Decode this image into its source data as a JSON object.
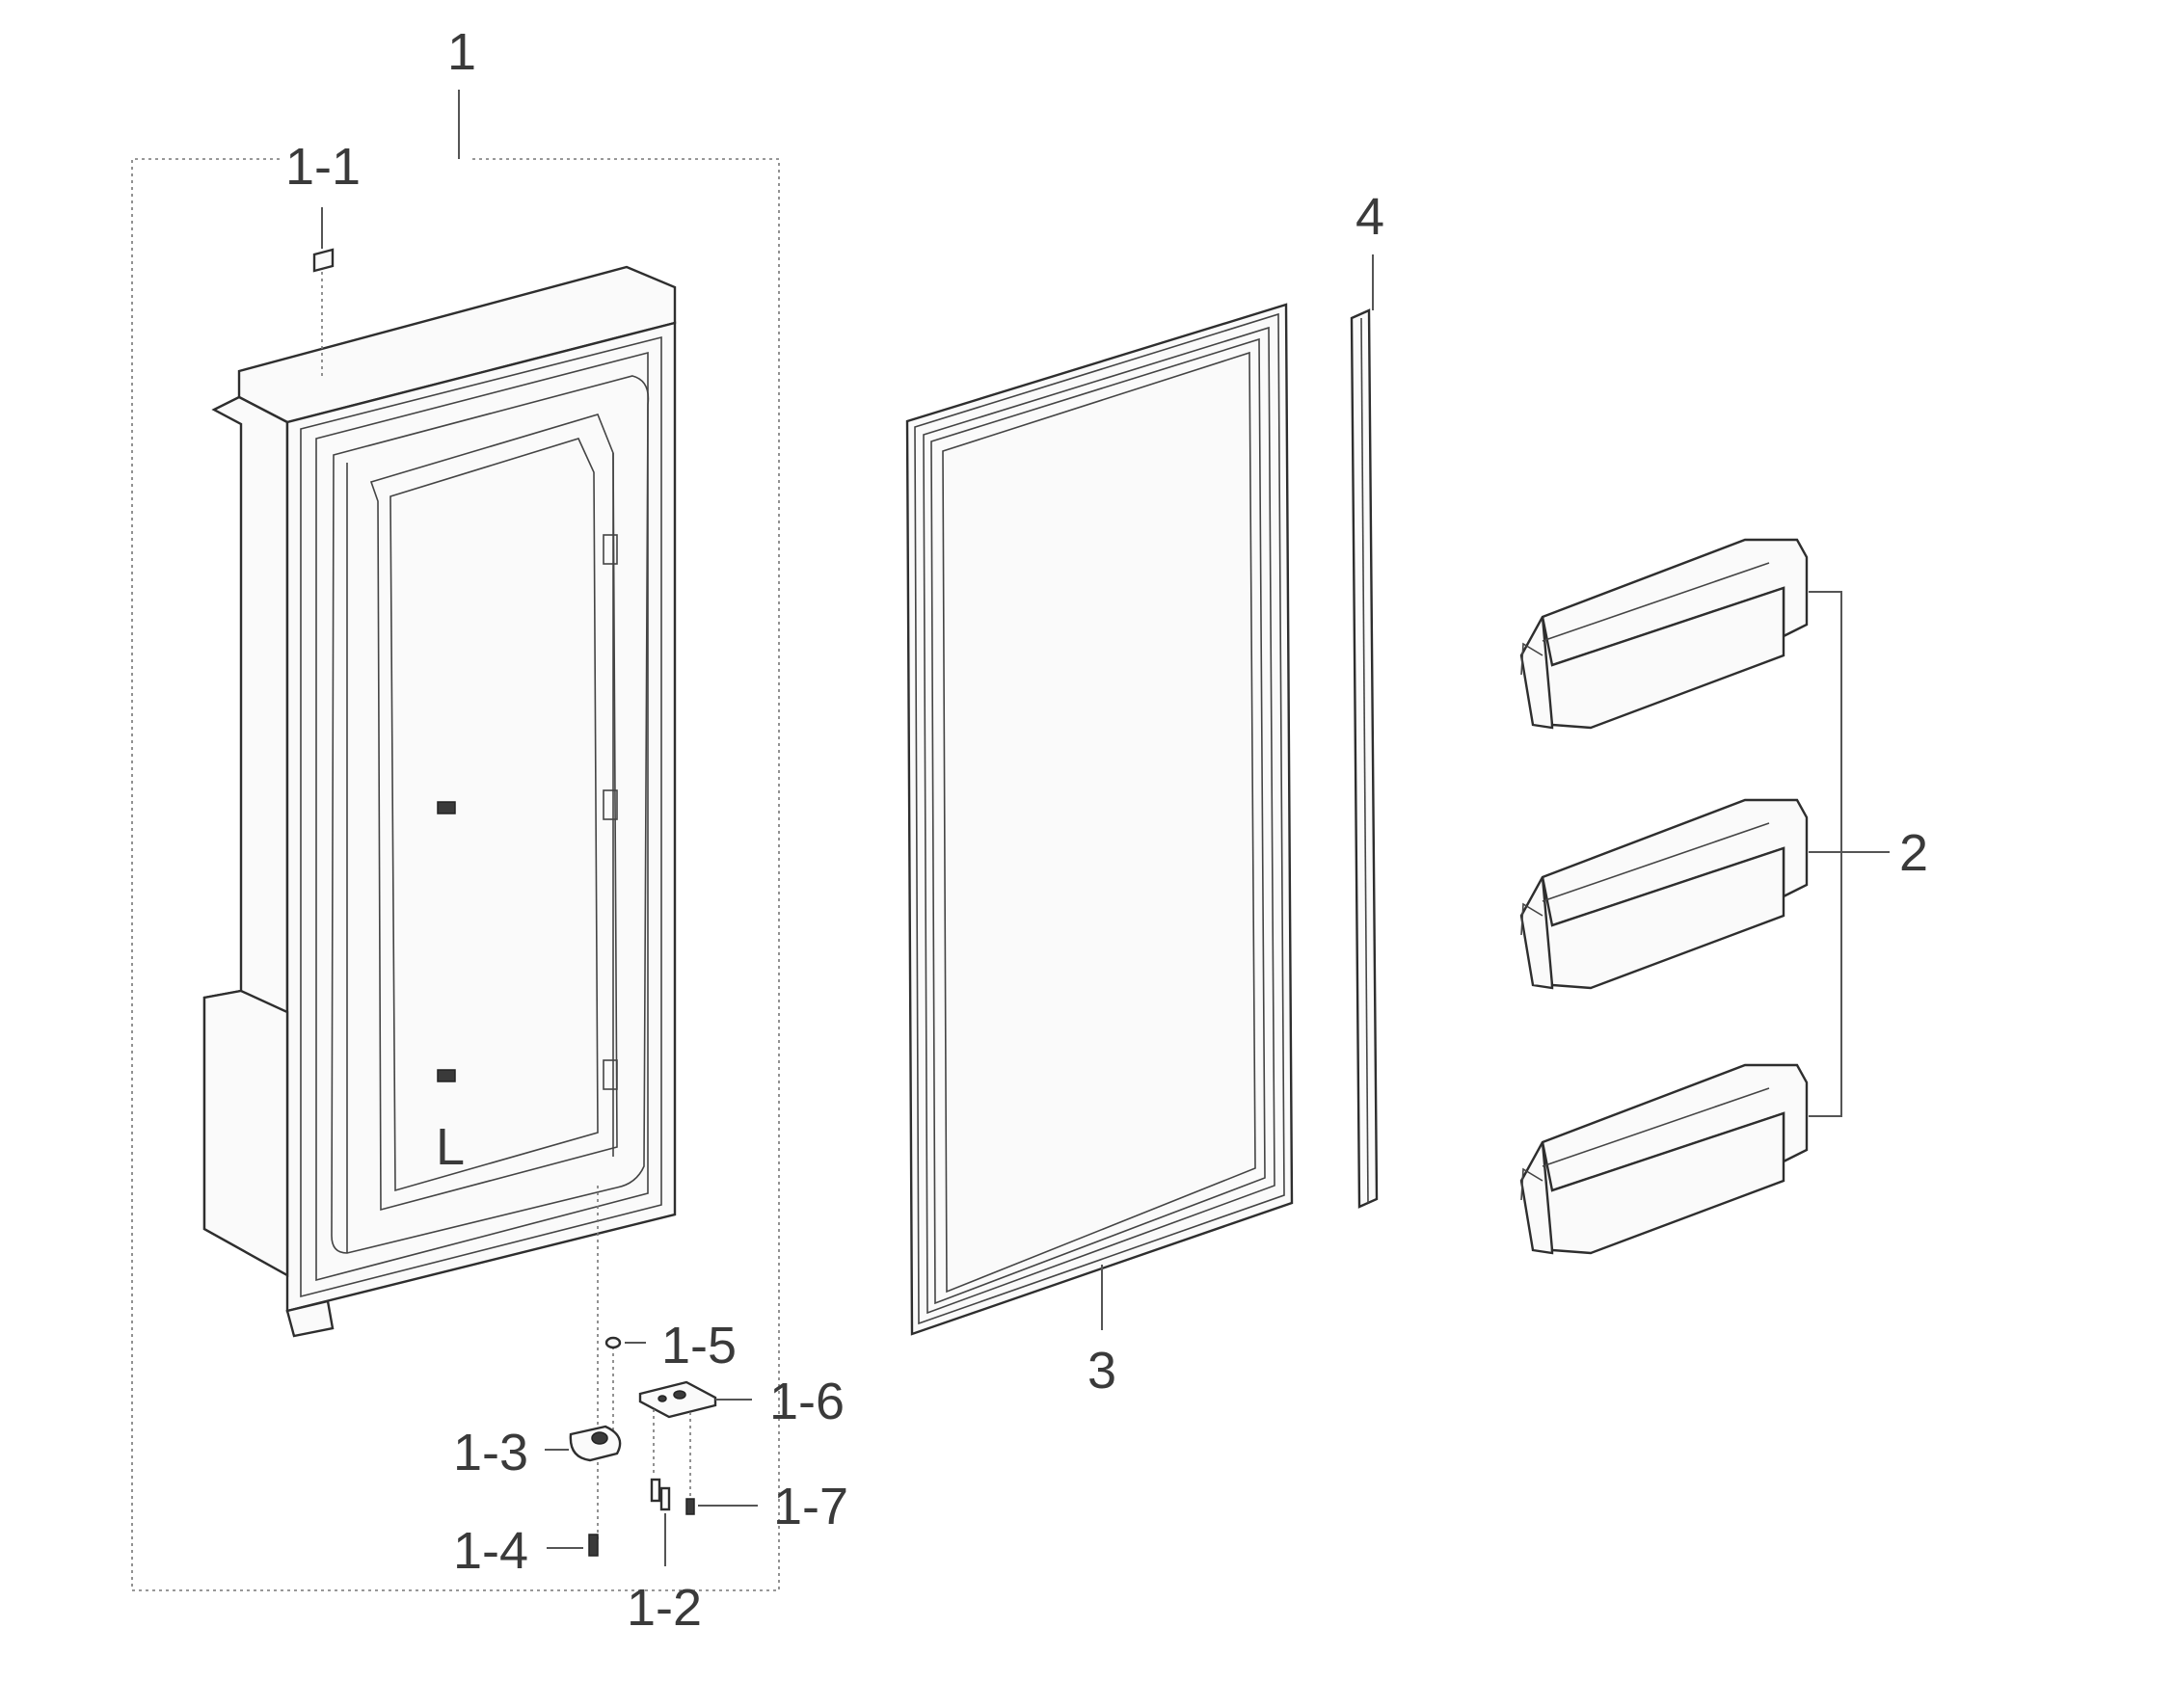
{
  "diagram": {
    "callouts": {
      "door_assembly": "1",
      "door_cap": "1-1",
      "hinge_pin": "1-2",
      "hinge_bushing": "1-3",
      "hinge_screw": "1-4",
      "washer": "1-5",
      "hinge_bracket": "1-6",
      "bracket_screw": "1-7",
      "door_bins": "2",
      "door_gasket": "3",
      "door_strip": "4"
    },
    "door_mark": "L"
  }
}
